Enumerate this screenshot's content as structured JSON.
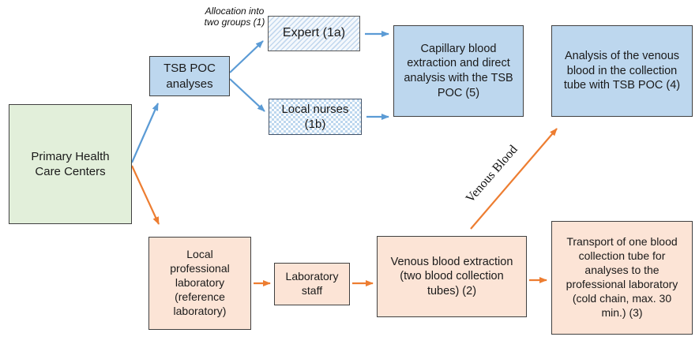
{
  "diagram": {
    "nodes": {
      "primary_health_care": {
        "label": "Primary Health Care Centers"
      },
      "tsb_poc": {
        "label": "TSB POC analyses"
      },
      "expert": {
        "label": "Expert (1a)"
      },
      "local_nurses": {
        "label": "Local nurses (1b)"
      },
      "capillary": {
        "label": "Capillary blood extraction and direct analysis with the TSB POC (5)"
      },
      "analysis_venous": {
        "label": "Analysis of the venous blood in the collection tube with TSB POC (4)"
      },
      "local_lab": {
        "label": "Local professional laboratory (reference laboratory)"
      },
      "lab_staff": {
        "label": "Laboratory staff"
      },
      "venous_extraction": {
        "label": "Venous blood extraction (two blood collection tubes) (2)"
      },
      "transport": {
        "label": "Transport of one blood collection tube for analyses to the professional laboratory (cold chain, max. 30 min.) (3)"
      }
    },
    "annotations": {
      "allocation_note": "Allocation into two groups (1)",
      "venous_blood_arrow_label": "Venous Blood"
    },
    "colors": {
      "green_fill": "#e2efda",
      "blue_fill": "#bdd7ee",
      "peach_fill": "#fce4d6",
      "blue_arrow": "#5b9bd5",
      "orange_arrow": "#ed7d31",
      "box_border": "#404040"
    }
  }
}
